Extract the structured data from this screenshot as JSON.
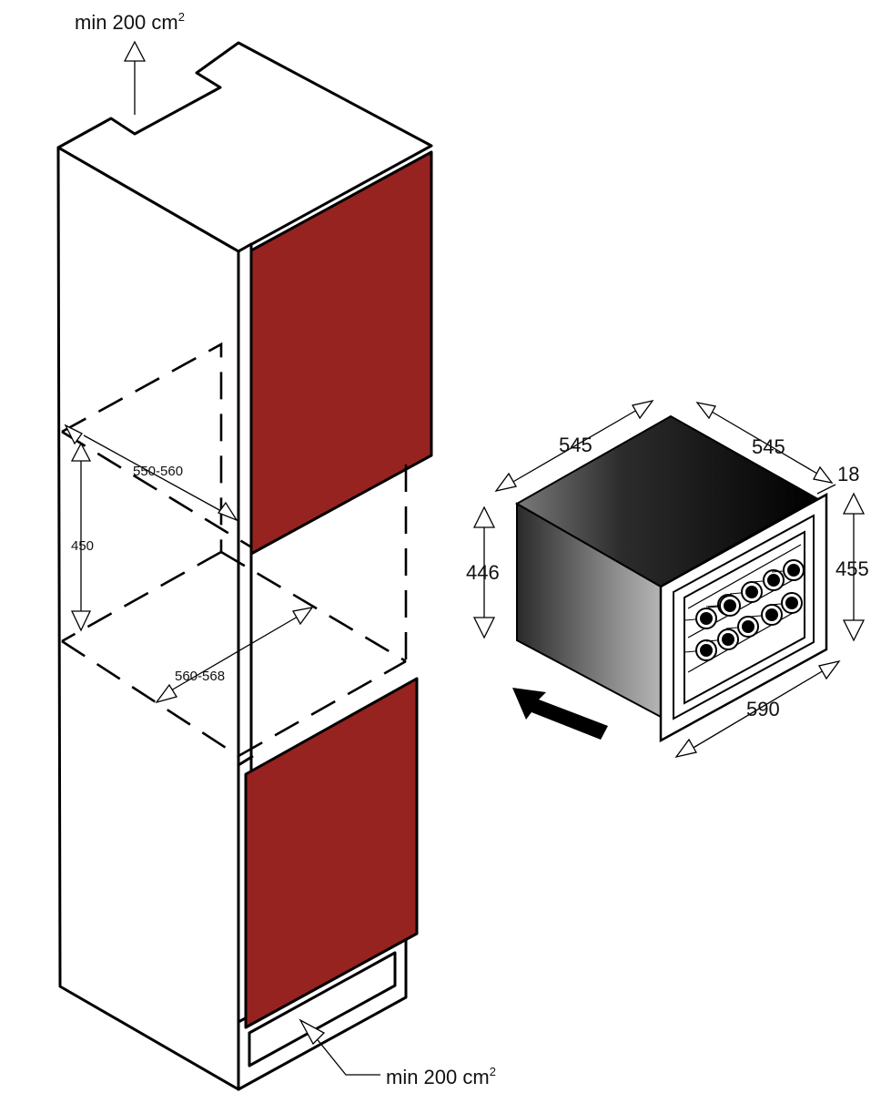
{
  "labels": {
    "vent_top": "min 200 cm",
    "vent_top_sup": "2",
    "vent_bottom": "min 200 cm",
    "vent_bottom_sup": "2",
    "niche_depth": "550-560",
    "niche_height": "450",
    "niche_width": "560-568",
    "appliance_depth_left": "545",
    "appliance_depth_right": "545",
    "appliance_front_thickness": "18",
    "appliance_body_height": "446",
    "appliance_front_height": "455",
    "appliance_front_width": "590"
  },
  "colors": {
    "door_panel": "#962320",
    "outline": "#000000",
    "appliance_top_dark": "#0a0a0a",
    "appliance_side_light": "#9a9a9a"
  },
  "icons": {
    "insert_arrow": "bold-arrow-left-up",
    "dimension_arrow": "hollow-triangle-arrowhead"
  }
}
